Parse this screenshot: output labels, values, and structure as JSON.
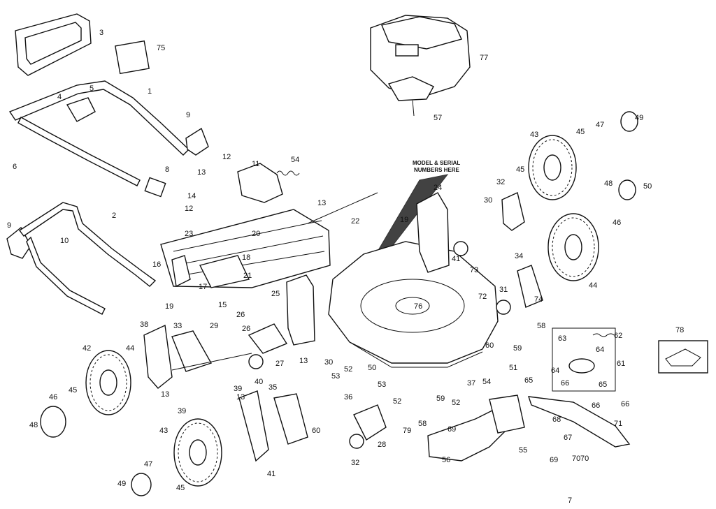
{
  "diagram": {
    "model_serial_note": [
      "MODEL & SERIAL",
      "NUMBERS HERE"
    ],
    "labels": [
      "1",
      "2",
      "3",
      "4",
      "5",
      "6",
      "8",
      "9",
      "9",
      "10",
      "11",
      "12",
      "12",
      "13",
      "13",
      "13",
      "13",
      "13",
      "14",
      "15",
      "16",
      "17",
      "18",
      "19",
      "19",
      "20",
      "21",
      "22",
      "23",
      "24",
      "25",
      "26",
      "26",
      "27",
      "28",
      "29",
      "30",
      "30",
      "31",
      "32",
      "32",
      "33",
      "34",
      "35",
      "36",
      "37",
      "38",
      "39",
      "39",
      "40",
      "41",
      "41",
      "42",
      "43",
      "43",
      "44",
      "44",
      "45",
      "45",
      "45",
      "45",
      "46",
      "46",
      "47",
      "47",
      "48",
      "48",
      "49",
      "49",
      "50",
      "50",
      "51",
      "52",
      "52",
      "52",
      "53",
      "53",
      "54",
      "54",
      "55",
      "56",
      "57",
      "58",
      "58",
      "59",
      "59",
      "60",
      "60",
      "61",
      "62",
      "63",
      "64",
      "64",
      "65",
      "65",
      "66",
      "66",
      "66",
      "67",
      "68",
      "69",
      "69",
      "70",
      "70",
      "71",
      "72",
      "73",
      "74",
      "75",
      "76",
      "77",
      "78",
      "79",
      "7"
    ]
  }
}
